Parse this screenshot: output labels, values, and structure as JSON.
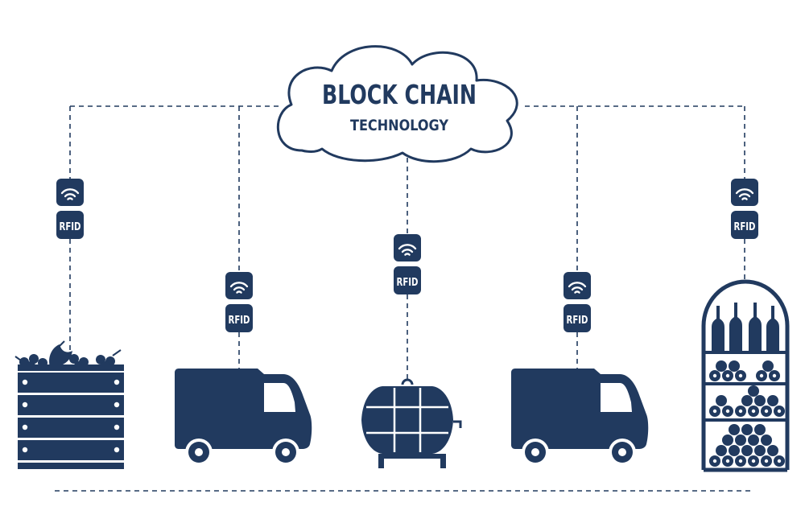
{
  "cloud": {
    "title": "BLOCK CHAIN",
    "subtitle": "TECHNOLOGY"
  },
  "tags": [
    {
      "label": "RFID",
      "attached_to": "grape-crate"
    },
    {
      "label": "RFID",
      "attached_to": "delivery-van-left"
    },
    {
      "label": "RFID",
      "attached_to": "wine-barrel"
    },
    {
      "label": "RFID",
      "attached_to": "delivery-van-right"
    },
    {
      "label": "RFID",
      "attached_to": "wine-rack"
    }
  ],
  "colors": {
    "primary": "#213a5f",
    "background": "#ffffff"
  },
  "icons": [
    "wifi-icon",
    "grape-crate-icon",
    "delivery-van-icon",
    "wine-barrel-icon",
    "wine-rack-icon"
  ]
}
